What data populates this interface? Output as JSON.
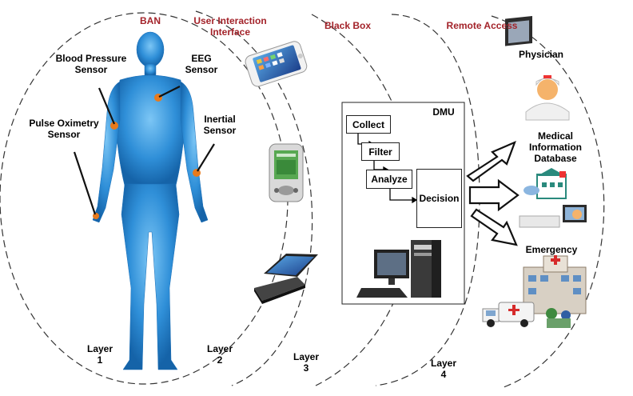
{
  "headers": {
    "ban": "BAN",
    "user_interface": "User Interaction\nInterface",
    "black_box": "Black Box",
    "remote_access": "Remote Access"
  },
  "sensors": {
    "blood_pressure": "Blood Pressure\nSensor",
    "eeg": "EEG\nSensor",
    "pulse_oximetry": "Pulse Oximetry\nSensor",
    "inertial": "Inertial\nSensor"
  },
  "layers": {
    "layer1": "Layer\n1",
    "layer2": "Layer\n2",
    "layer3": "Layer\n3",
    "layer4": "Layer\n4"
  },
  "dmu": {
    "title": "DMU",
    "steps": [
      "Collect",
      "Filter",
      "Analyze",
      "Decision"
    ]
  },
  "remote": {
    "physician": "Physician",
    "database": "Medical\nInformation\nDatabase",
    "emergency": "Emergency"
  },
  "colors": {
    "header_red": "#a3232a",
    "body_blue": "#2f8fd8",
    "sensor_orange": "#e87a1c"
  },
  "icons": [
    "smartphone-icon",
    "pda-icon",
    "laptop-icon",
    "desktop-computer-icon",
    "physician-icon",
    "database-icon",
    "hospital-icon",
    "ambulance-icon"
  ]
}
